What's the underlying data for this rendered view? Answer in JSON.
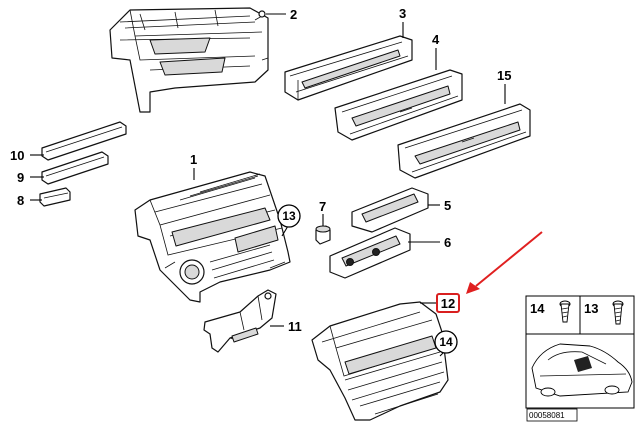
{
  "labels": {
    "p1": "1",
    "p2": "2",
    "p3": "3",
    "p4": "4",
    "p5": "5",
    "p6": "6",
    "p7": "7",
    "p8": "8",
    "p9": "9",
    "p10": "10",
    "p11": "11",
    "p12": "12",
    "p13": "13",
    "p14": "14",
    "p15": "15"
  },
  "inset": {
    "label_14": "14",
    "label_13": "13",
    "reference": "00058081"
  },
  "colors": {
    "highlight": "#d91f1f",
    "arrow": "#e02020",
    "lines": "#000000"
  }
}
